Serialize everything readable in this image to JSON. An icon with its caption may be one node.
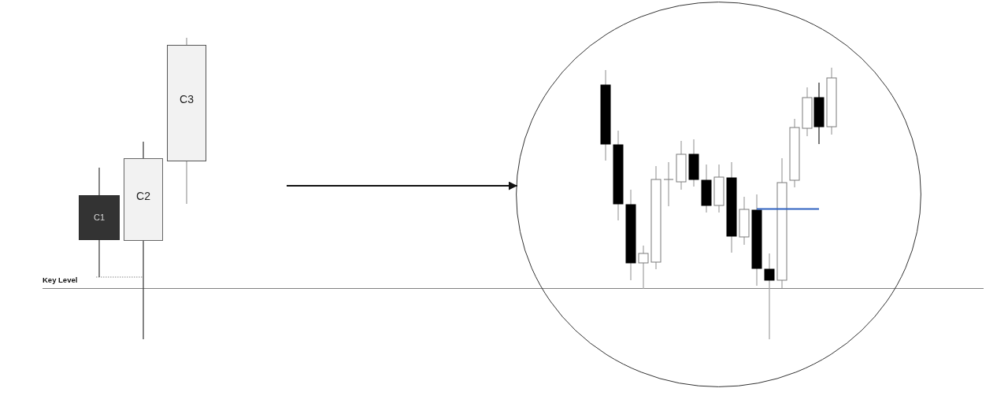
{
  "diagram": {
    "nodes": [
      {
        "text": [
          "C1"
        ]
      },
      {
        "text": [
          "C2"
        ]
      },
      {
        "text": [
          "C3"
        ]
      },
      {
        "text": [],
        "shape": "circle"
      }
    ],
    "edges": [
      {
        "from": null,
        "to": 3,
        "arrow": "to"
      }
    ],
    "labels": [
      "Key Level"
    ]
  }
}
